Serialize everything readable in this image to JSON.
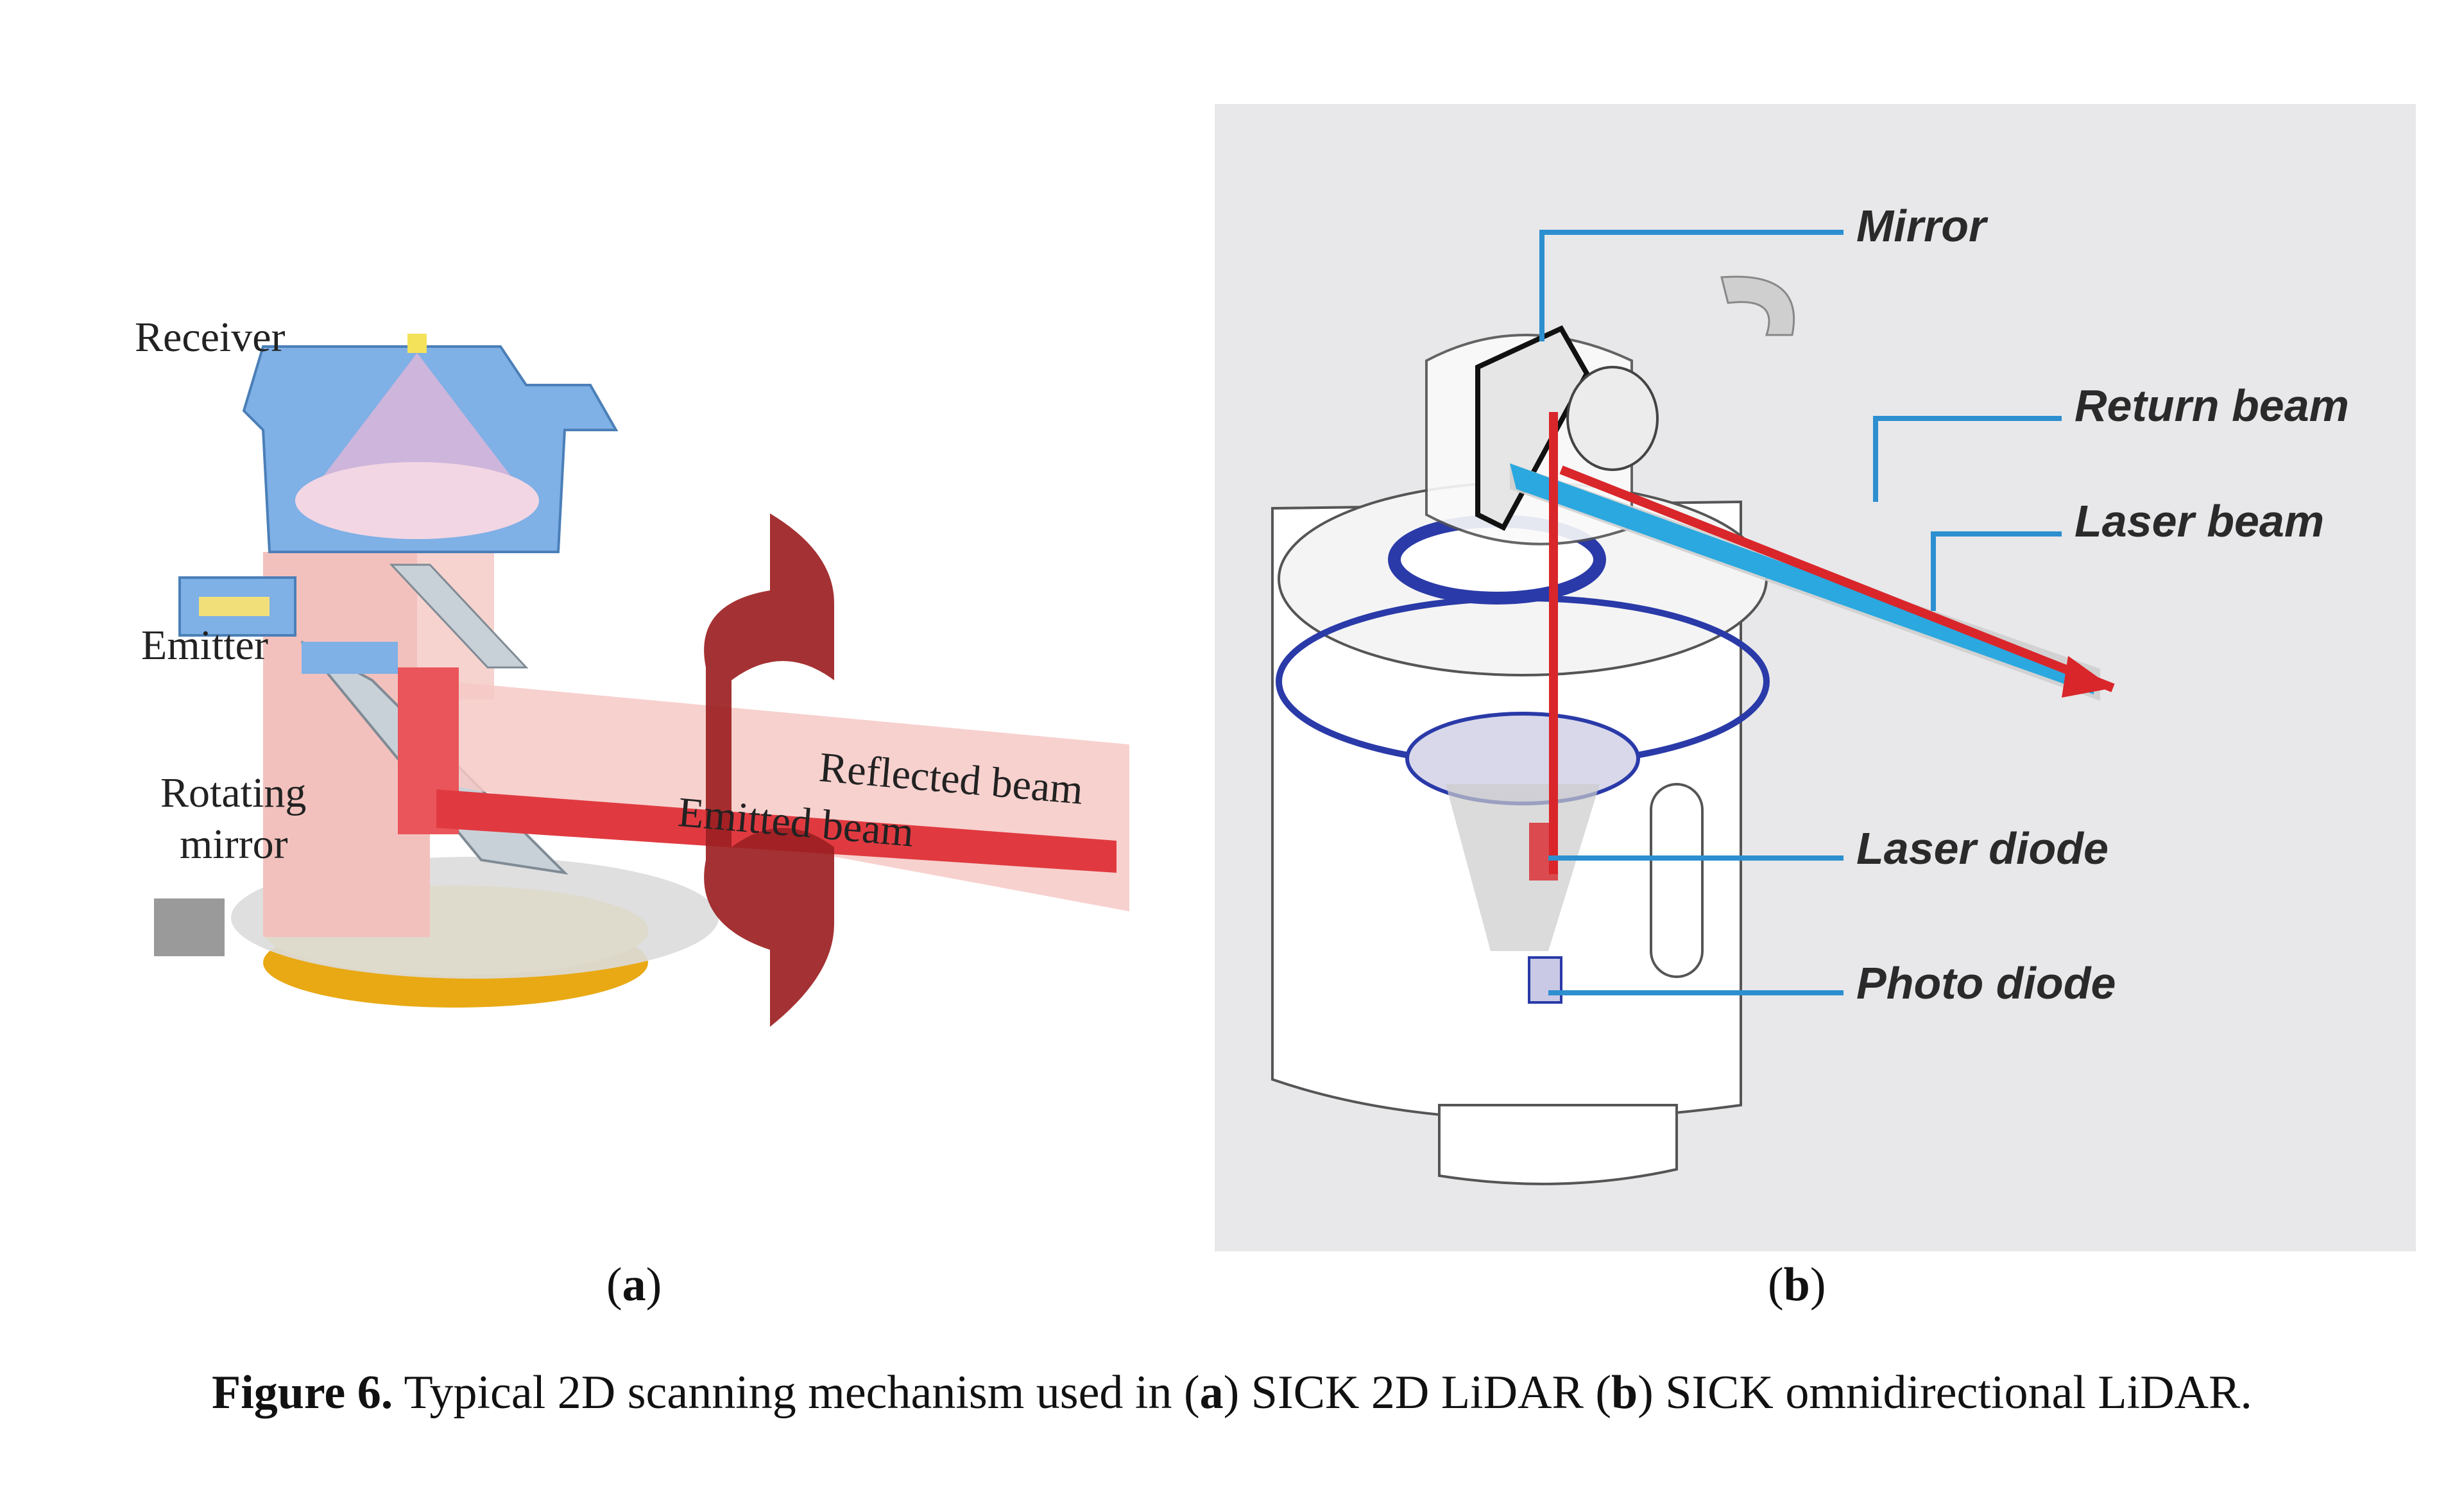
{
  "figure": {
    "panel_a": {
      "labels": {
        "receiver": "Receiver",
        "emitter": "Emitter",
        "rotating_mirror_line1": "Rotating",
        "rotating_mirror_line2": "mirror",
        "reflected_beam": "Reflected beam",
        "emitted_beam": "Emitted beam"
      },
      "sub_label_letter": "a"
    },
    "panel_b": {
      "labels": {
        "mirror": "Mirror",
        "return_beam": "Return beam",
        "laser_beam": "Laser beam",
        "laser_diode": "Laser diode",
        "photo_diode": "Photo diode"
      },
      "sub_label_letter": "b"
    },
    "caption": {
      "prefix": "Figure 6.",
      "text_1": " Typical 2D scanning mechanism used in (",
      "a": "a",
      "text_2": ") SICK 2D LiDAR (",
      "b": "b",
      "text_3": ") SICK omnidirectional LiDAR."
    }
  },
  "colors": {
    "receiver_blue": "#7fb0e6",
    "beam_red": "#d9262b",
    "beam_pink": "#f6c9c6",
    "dark_red_shield": "#8e1d1e",
    "gold_base": "#f0b81f",
    "laser_blue": "#2aa8df",
    "panel_b_bg": "#e8e8ea",
    "callout_blue": "#2d8fd0"
  }
}
